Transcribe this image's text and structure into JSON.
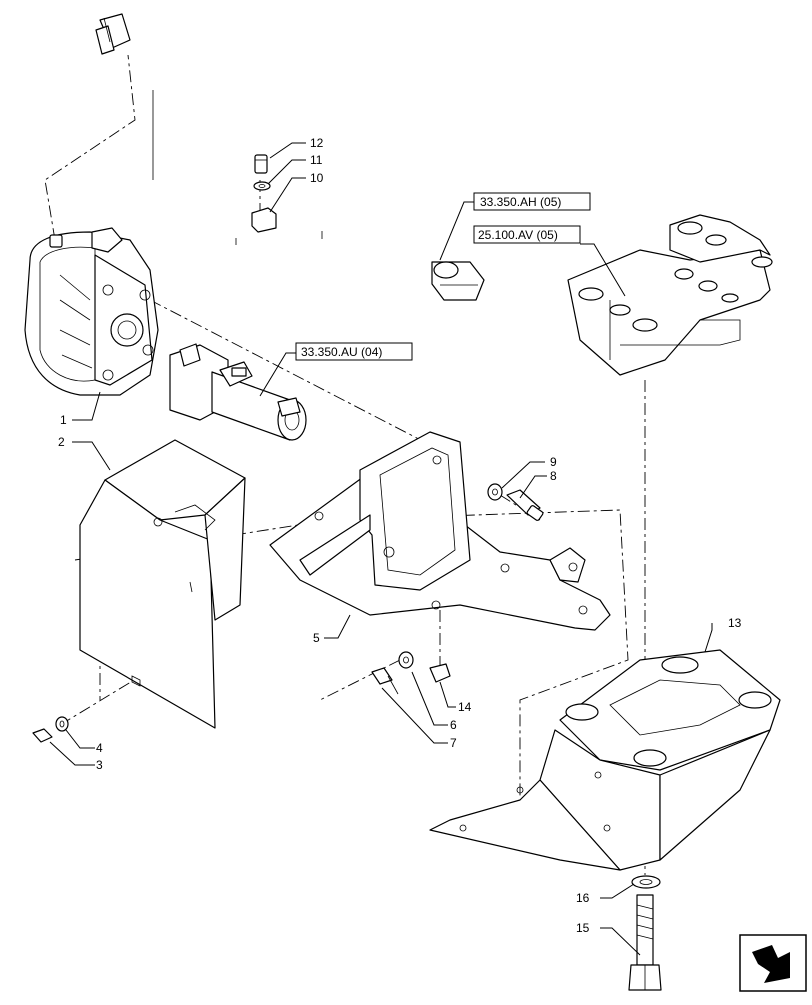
{
  "callouts": {
    "c1": "1",
    "c2": "2",
    "c3": "3",
    "c4": "4",
    "c5": "5",
    "c6": "6",
    "c7": "7",
    "c8": "8",
    "c9": "9",
    "c10": "10",
    "c11": "11",
    "c12": "12",
    "c13": "13",
    "c14": "14",
    "c15": "15",
    "c16": "16"
  },
  "references": {
    "r_ah": "33.350.AH (05)",
    "r_av": "25.100.AV (05)",
    "r_au": "33.350.AU (04)"
  },
  "icons": {
    "nav": "page-forward-arrow-icon"
  }
}
